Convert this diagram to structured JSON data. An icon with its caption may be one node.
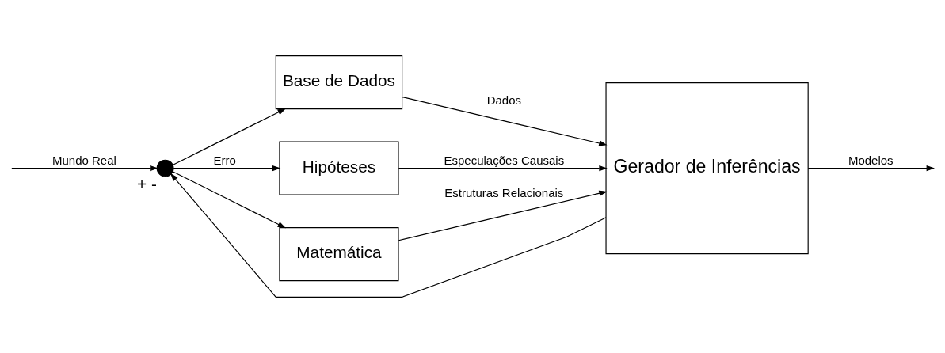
{
  "diagram": {
    "nodes": [
      {
        "text": [],
        "shape": "circle",
        "beside": [
          "+",
          "-"
        ]
      },
      {
        "text": [
          "Base de Dados"
        ]
      },
      {
        "text": [
          "Hipóteses"
        ]
      },
      {
        "text": [
          "Matemática"
        ]
      },
      {
        "text": [
          "Gerador de Inferências"
        ]
      }
    ],
    "edges": [
      {
        "from": null,
        "to": 0,
        "arrow": "to",
        "label": "Mundo Real"
      },
      {
        "from": 0,
        "to": 1,
        "arrow": "to"
      },
      {
        "from": 0,
        "to": 2,
        "arrow": "to",
        "label": "Erro"
      },
      {
        "from": 0,
        "to": 3,
        "arrow": "to"
      },
      {
        "from": 1,
        "to": 4,
        "arrow": "to",
        "label": "Dados"
      },
      {
        "from": 2,
        "to": 4,
        "arrow": "to",
        "label": "Especulações Causais"
      },
      {
        "from": 3,
        "to": 4,
        "arrow": "to",
        "label": "Estruturas Relacionais"
      },
      {
        "from": 4,
        "to": null,
        "arrow": "to",
        "label": "Modelos"
      },
      {
        "from": 4,
        "to": 0,
        "arrow": "to"
      }
    ]
  }
}
